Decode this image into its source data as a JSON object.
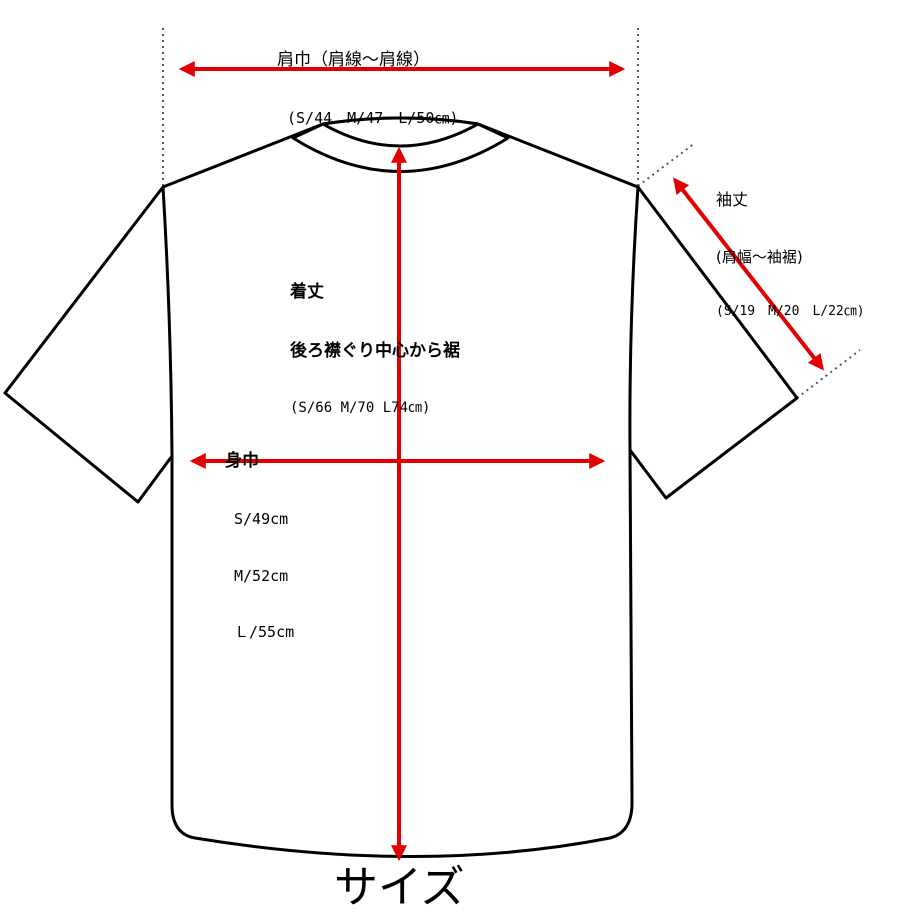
{
  "shoulder_width": {
    "title": "肩巾（肩線～肩線）",
    "sizes": "(S/44　M/47　L/50㎝)"
  },
  "sleeve_length": {
    "title": "袖丈",
    "subtitle": "(肩幅～袖裾)",
    "sizes": "(S/19　M/20　L/22㎝)"
  },
  "body_length": {
    "title": "着丈",
    "subtitle": "後ろ襟ぐり中心から裾",
    "sizes": "(S/66 M/70 L74㎝)"
  },
  "chest_width": {
    "title": "身巾",
    "size_s": "S/49cm",
    "size_m": "M/52cm",
    "size_l": "Ｌ/55cm"
  },
  "caption": "サイズ",
  "colors": {
    "arrow": "#e30000",
    "outline": "#000000",
    "guide": "#555555"
  }
}
